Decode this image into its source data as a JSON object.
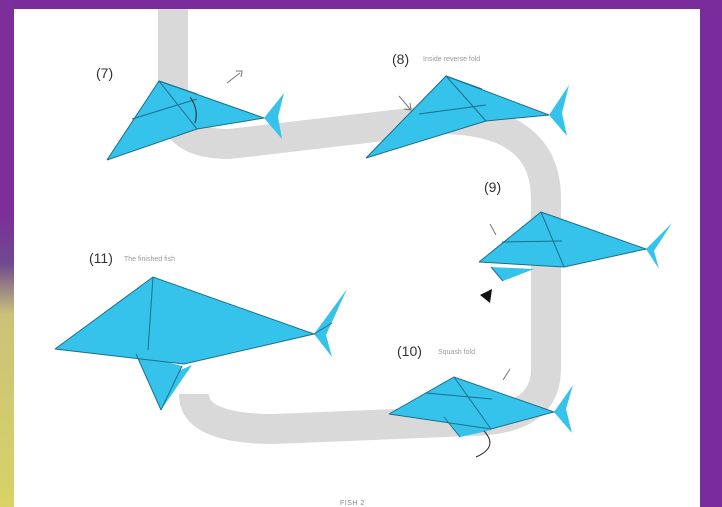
{
  "diagram": {
    "steps": [
      {
        "number": "(7)",
        "caption": ""
      },
      {
        "number": "(8)",
        "caption": "Inside reverse fold"
      },
      {
        "number": "(9)",
        "caption": ""
      },
      {
        "number": "(10)",
        "caption": "Squash fold"
      },
      {
        "number": "(11)",
        "caption": "The finished fish"
      }
    ],
    "footer": "FISH 2"
  },
  "colors": {
    "paper": "#35c3ec",
    "crease": "#1c6e8a",
    "path": "#d9d9d9",
    "frame": "#7a2d9a"
  }
}
